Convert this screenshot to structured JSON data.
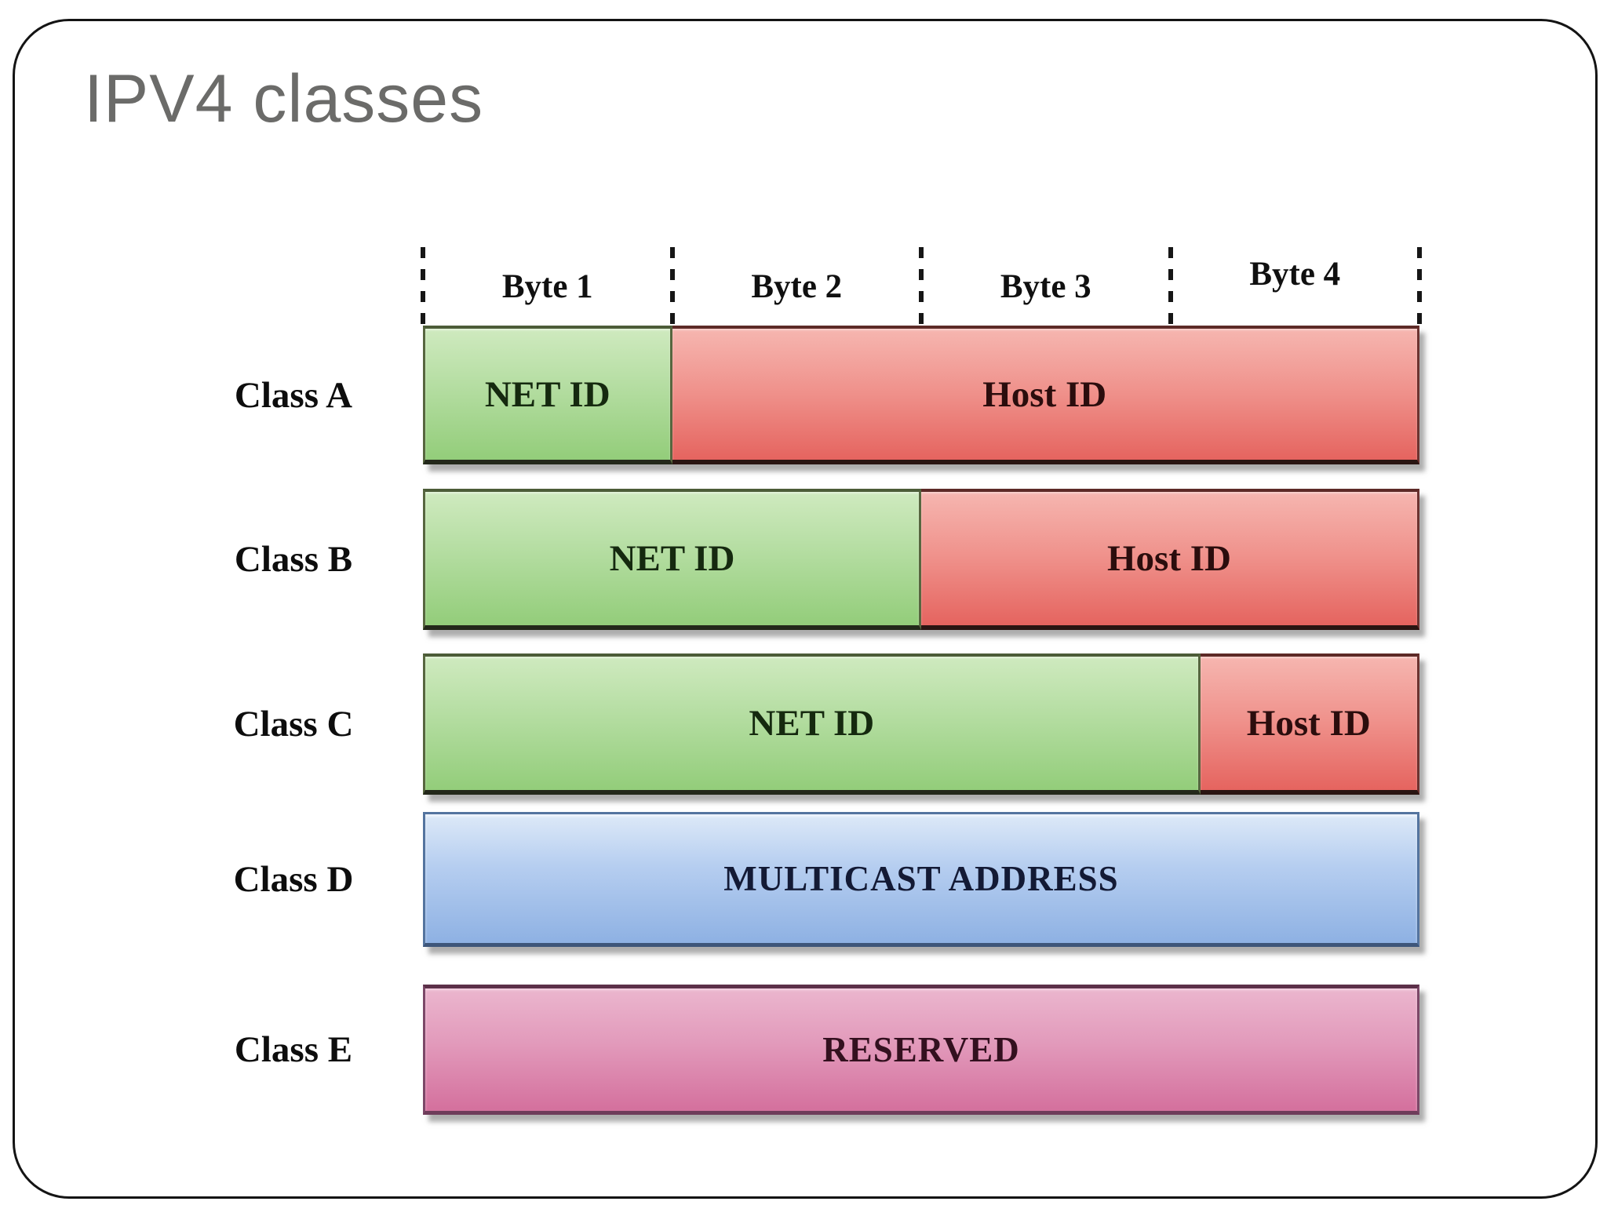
{
  "title": "IPV4 classes",
  "byte_headers": [
    "Byte 1",
    "Byte 2",
    "Byte 3",
    "Byte 4"
  ],
  "rows": [
    {
      "label": "Class A",
      "segments": [
        {
          "text": "NET ID",
          "kind": "net",
          "width_pct": 25
        },
        {
          "text": "Host ID",
          "kind": "host",
          "width_pct": 75
        }
      ]
    },
    {
      "label": "Class B",
      "segments": [
        {
          "text": "NET ID",
          "kind": "net",
          "width_pct": 50
        },
        {
          "text": "Host ID",
          "kind": "host",
          "width_pct": 50
        }
      ]
    },
    {
      "label": "Class C",
      "segments": [
        {
          "text": "NET ID",
          "kind": "net",
          "width_pct": 78
        },
        {
          "text": "Host ID",
          "kind": "host",
          "width_pct": 22
        }
      ]
    },
    {
      "label": "Class D",
      "segments": [
        {
          "text": "MULTICAST ADDRESS",
          "kind": "multicast",
          "width_pct": 100
        }
      ]
    },
    {
      "label": "Class E",
      "segments": [
        {
          "text": "RESERVED",
          "kind": "reserved",
          "width_pct": 100
        }
      ]
    }
  ],
  "colors": {
    "title_gray": "#6b6b69",
    "net_id_green_top": "#cfeabf",
    "net_id_green_bottom": "#93cd7a",
    "host_id_red_top": "#f6b6b0",
    "host_id_red_bottom": "#e5645f",
    "multicast_blue_top": "#dde9f8",
    "multicast_blue_bottom": "#8eb1e3",
    "reserved_pink_top": "#ebb6ce",
    "reserved_pink_bottom": "#d4709d",
    "frame_border": "#141414",
    "diagram_text": "#0d0d0d"
  }
}
